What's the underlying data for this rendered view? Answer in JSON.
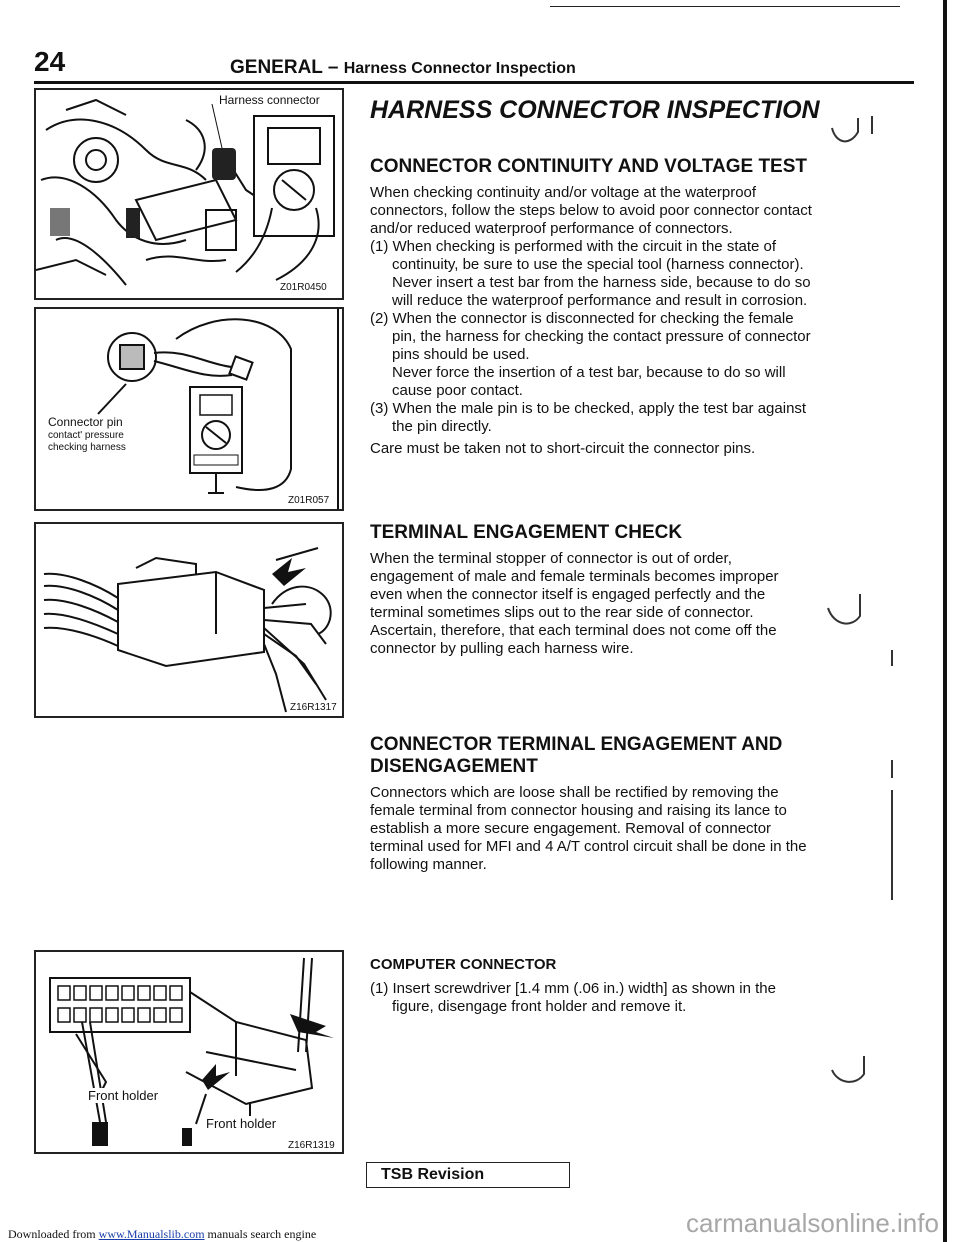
{
  "header": {
    "page_number": "24",
    "section": "GENERAL",
    "dash": "–",
    "subsection": "Harness Connector Inspection"
  },
  "figures": {
    "fig1": {
      "label_harness_connector": "Harness connector",
      "code": "Z01R0450"
    },
    "fig2": {
      "label_line1": "Connector pin",
      "label_line2": "contact' pressure",
      "label_line3": "checking harness",
      "code": "Z01R057"
    },
    "fig3": {
      "code": "Z16R1317"
    },
    "fig4": {
      "label_front_holder_1": "Front holder",
      "label_front_holder_2": "Front holder",
      "code": "Z16R1319"
    }
  },
  "title": "HARNESS CONNECTOR INSPECTION",
  "section1": {
    "heading": "CONNECTOR CONTINUITY AND VOLTAGE TEST",
    "intro": "When checking continuity and/or voltage at the waterproof connectors, follow the steps below to avoid poor connector contact and/or reduced waterproof performance of connectors.",
    "step1": "(1) When checking is performed with the circuit in the state of continuity, be sure to use the special tool (harness connector).",
    "step1_note": "Never insert a test bar from the harness side, because to do so will reduce the waterproof performance and result in corrosion.",
    "step2": "(2) When the connector is disconnected for checking the female pin, the harness for checking the contact pressure of connector pins should be used.",
    "step2_note": "Never force the insertion of a test bar, because to do so will cause poor contact.",
    "step3": "(3) When the male pin is to be checked, apply the test bar against the pin directly.",
    "caution": "Care must be taken not to short-circuit the connector pins."
  },
  "section2": {
    "heading": "TERMINAL ENGAGEMENT CHECK",
    "body": "When the terminal stopper of connector is out of order, engagement of male and female terminals becomes improper even when the connector itself is engaged perfectly and the terminal sometimes slips out to the rear side of connector. Ascertain, therefore, that each terminal does not come off the connector by pulling each harness wire."
  },
  "section3": {
    "heading": "CONNECTOR TERMINAL ENGAGEMENT AND DISENGAGEMENT",
    "body": "Connectors which are loose shall be rectified by removing the female terminal from connector housing and raising its lance to establish a more secure engagement. Removal of connector terminal used for MFI and 4 A/T control circuit shall be done in the following manner."
  },
  "section4": {
    "heading": "COMPUTER CONNECTOR",
    "step1": "(1) Insert screwdriver [1.4 mm (.06 in.) width] as shown in the figure, disengage front holder and remove it."
  },
  "footer": {
    "tsb": "TSB Revision",
    "download_prefix": "Downloaded from ",
    "download_link": "www.Manualslib.com",
    "download_suffix": " manuals search engine",
    "watermark": "carmanualsonline.info"
  }
}
